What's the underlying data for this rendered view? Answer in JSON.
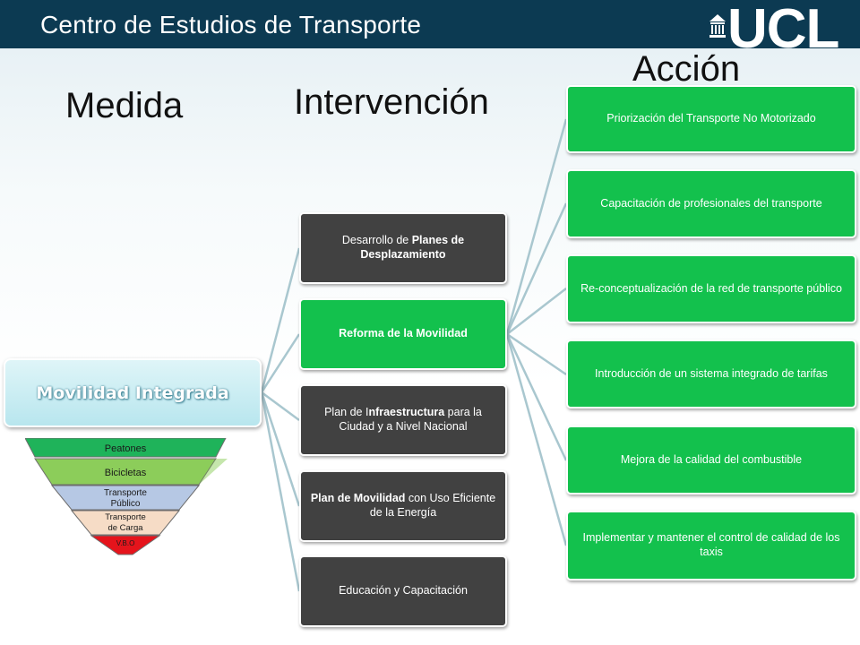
{
  "header": {
    "title": "Centro de Estudios de Transporte",
    "logo_text": "UCL"
  },
  "columns": {
    "medida": "Medida",
    "intervencion": "Intervención",
    "accion": "Acción"
  },
  "root": {
    "label": "Movilidad Integrada"
  },
  "pyramid": {
    "levels": [
      {
        "label": "Peatones",
        "color": "#1fb35a"
      },
      {
        "label": "Bicicletas",
        "color": "#8ccd5a"
      },
      {
        "label": "Transporte",
        "label2": "Público",
        "color": "#b6c8e4"
      },
      {
        "label": "Transporte",
        "label2": "de Carga",
        "color": "#f6dcc6"
      },
      {
        "label": "V.B.O",
        "color": "#e5141c"
      }
    ]
  },
  "interventions": [
    {
      "pre": "Desarrollo de ",
      "bold": "Planes de Desplazamiento",
      "post": ""
    },
    {
      "pre": "",
      "bold": "Reforma de la Movilidad",
      "post": ""
    },
    {
      "pre": "Plan de I",
      "bold": "nfraestructura",
      "post": " para la Ciudad y a Nivel Nacional"
    },
    {
      "pre": "",
      "bold": "Plan de Movilidad",
      "post": " con Uso Eficiente de la Energía"
    },
    {
      "pre": "Educación y Capacitación",
      "bold": "",
      "post": ""
    }
  ],
  "actions": [
    "Priorización del Transporte No Motorizado",
    "Capacitación de profesionales del transporte",
    "Re-conceptualización de la red de transporte público",
    "Introducción de un sistema integrado de tarifas",
    "Mejora de la calidad del combustible",
    "Implementar y mantener el control de calidad de los taxis"
  ],
  "colors": {
    "header": "#0c3a52",
    "dark_box": "#414141",
    "green_box": "#13c14d",
    "connector": "#a9c7cf"
  }
}
